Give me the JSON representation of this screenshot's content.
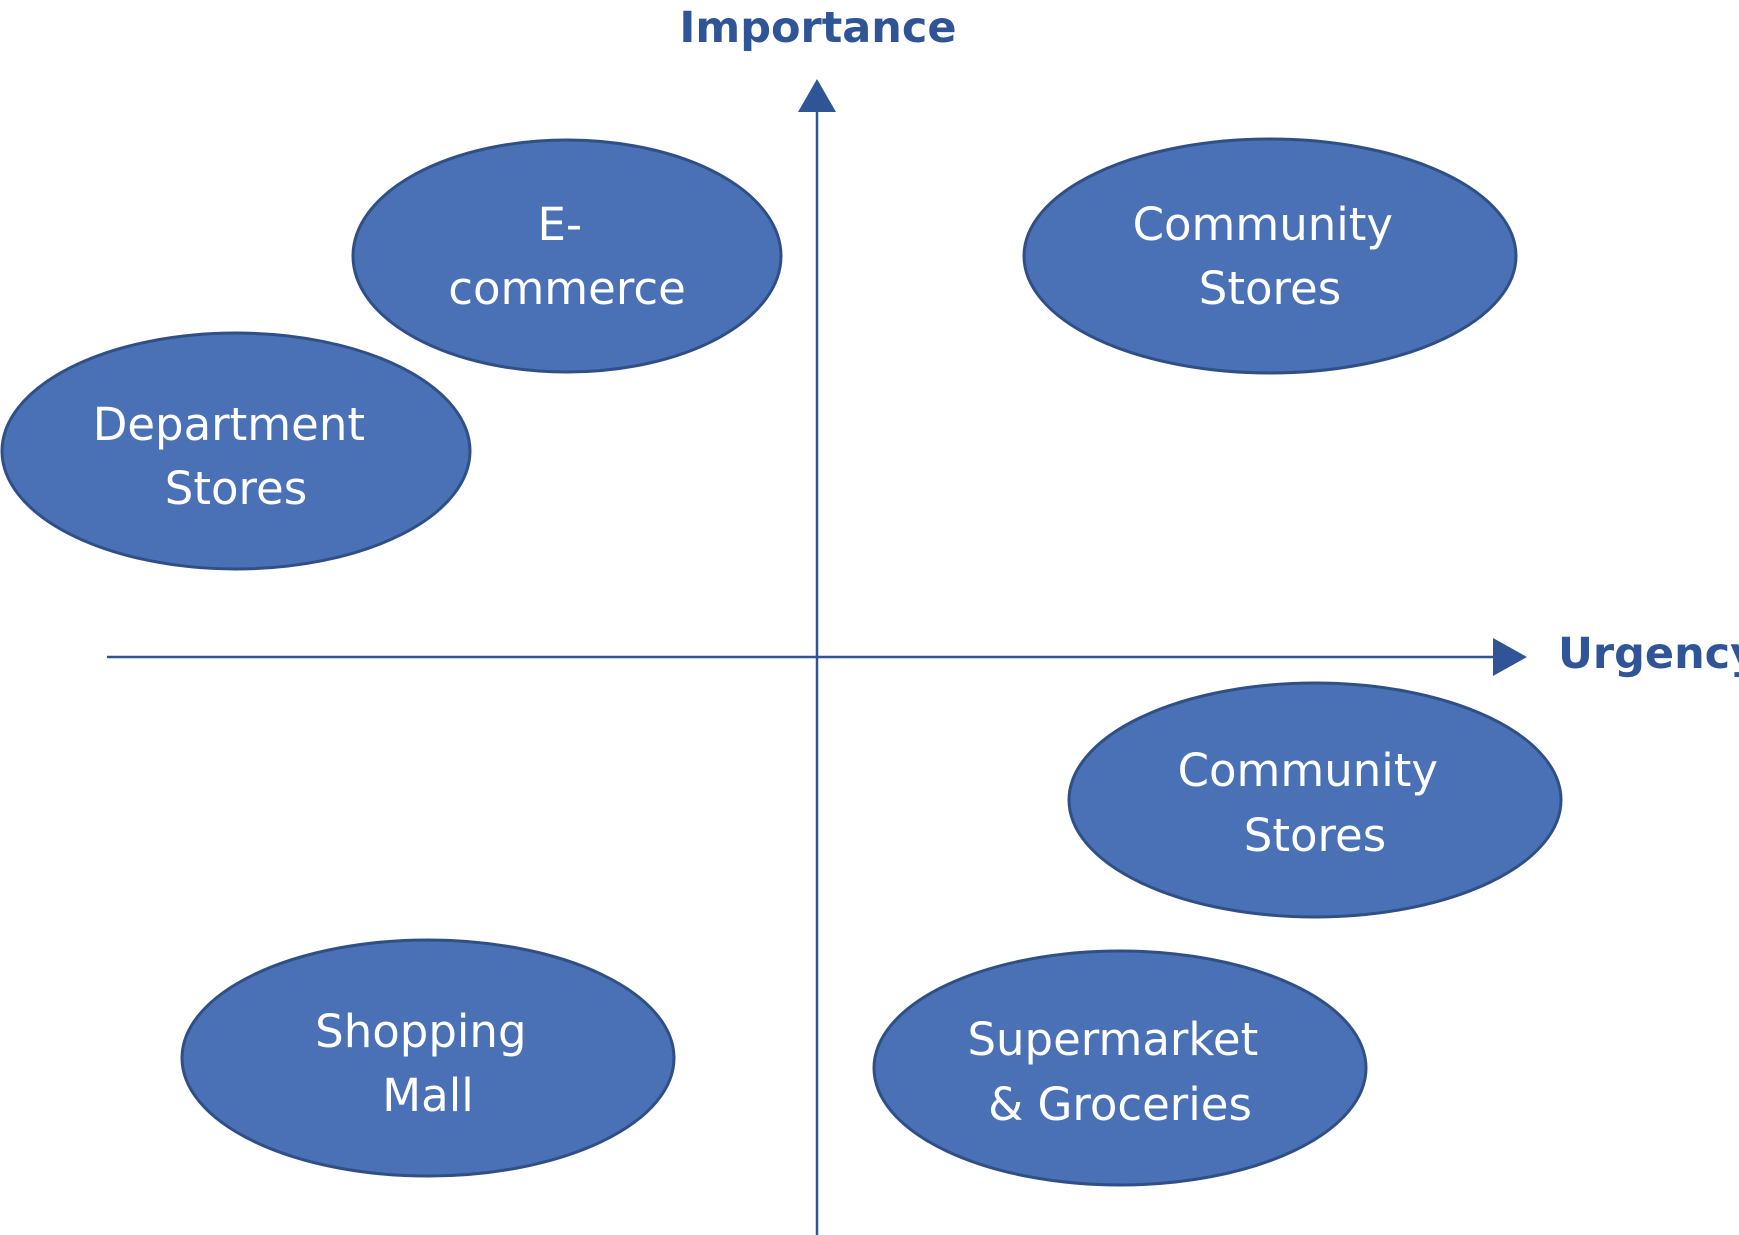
{
  "colors": {
    "axis": "#2f5597",
    "bubble_fill": "#4a71b5",
    "bubble_stroke": "#2f4f86",
    "label_text": "#ffffff",
    "axis_title": "#2f5597"
  },
  "axes": {
    "y_title": "Importance",
    "x_title": "Urgency"
  },
  "bubbles": [
    {
      "name": "ecommerce",
      "line1": "E-",
      "line2": "commerce"
    },
    {
      "name": "community-stores-top",
      "line1": "Community",
      "line2": "Stores"
    },
    {
      "name": "department-stores",
      "line1": "Department",
      "line2": "Stores"
    },
    {
      "name": "community-stores-bottom",
      "line1": "Community",
      "line2": "Stores"
    },
    {
      "name": "shopping-mall",
      "line1": "Shopping",
      "line2": "Mall"
    },
    {
      "name": "supermarket-groceries",
      "line1": "Supermarket",
      "line2": "& Groceries"
    }
  ]
}
